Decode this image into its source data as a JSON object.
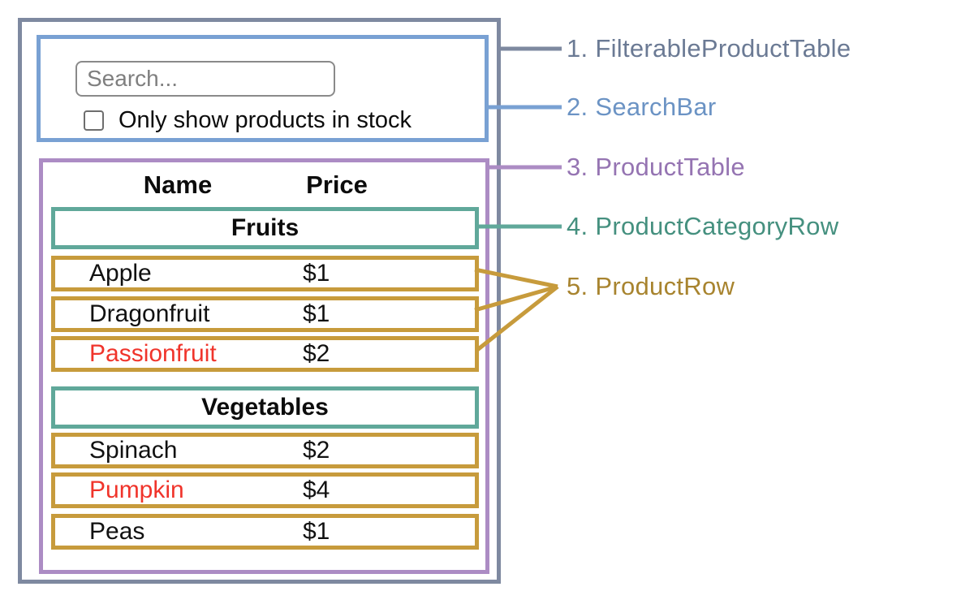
{
  "search_bar": {
    "search_placeholder": "Search...",
    "checkbox_label": "Only show products in stock",
    "checkbox_checked": false
  },
  "table": {
    "columns": [
      "Name",
      "Price"
    ],
    "sections": [
      {
        "category": "Fruits",
        "products": [
          {
            "name": "Apple",
            "price": "$1",
            "name_color": "#111111"
          },
          {
            "name": "Dragonfruit",
            "price": "$1",
            "name_color": "#111111"
          },
          {
            "name": "Passionfruit",
            "price": "$2",
            "name_color": "#F0342B"
          }
        ]
      },
      {
        "category": "Vegetables",
        "products": [
          {
            "name": "Spinach",
            "price": "$2",
            "name_color": "#111111"
          },
          {
            "name": "Pumpkin",
            "price": "$4",
            "name_color": "#F0342B"
          },
          {
            "name": "Peas",
            "price": "$1",
            "name_color": "#111111"
          }
        ]
      }
    ]
  },
  "labels": [
    {
      "text": "1. FilterableProductTable",
      "color": "#6B7A94"
    },
    {
      "text": "2. SearchBar",
      "color": "#6B93C4"
    },
    {
      "text": "3. ProductTable",
      "color": "#9574B2"
    },
    {
      "text": "4. ProductCategoryRow",
      "color": "#45907F"
    },
    {
      "text": "5. ProductRow",
      "color": "#A8842F"
    }
  ],
  "palette": {
    "container_border": "#7E89A0",
    "searchbar_border": "#79A1D3",
    "table_border": "#AC8CC4",
    "category_border": "#60A89A",
    "row_border": "#C79B3C",
    "out_of_stock_text": "#F0342B",
    "body_text": "#111111",
    "placeholder_text": "#7F7F7F"
  }
}
